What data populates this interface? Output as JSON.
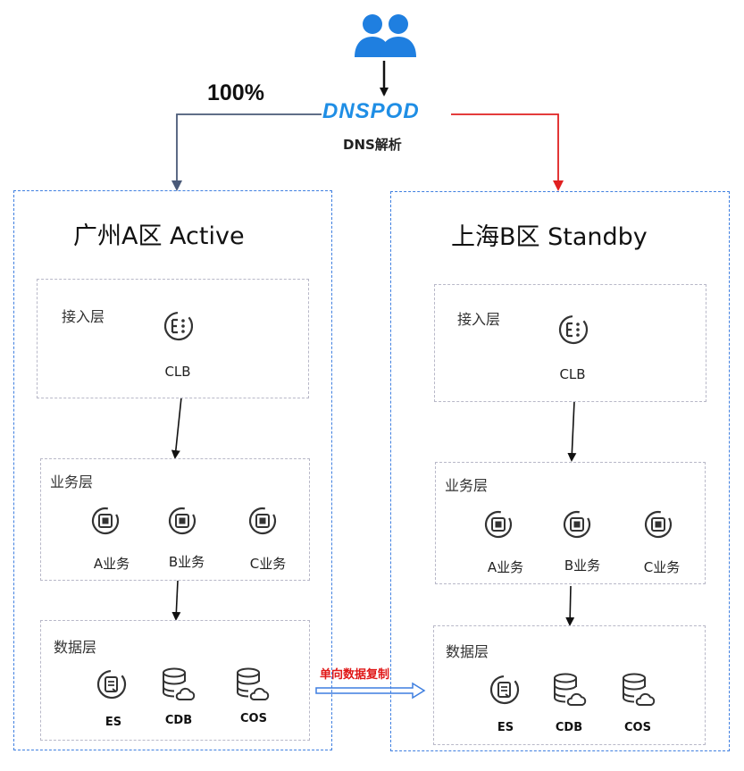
{
  "top": {
    "percent": "100%",
    "dns_logo": "DNSPOD",
    "dns_label": "DNS解析"
  },
  "regions": [
    {
      "title": "广州A区 Active",
      "access_layer": {
        "title": "接入层",
        "clb": "CLB"
      },
      "business_layer": {
        "title": "业务层",
        "services": [
          "A业务",
          "B业务",
          "C业务"
        ]
      },
      "data_layer": {
        "title": "数据层",
        "stores": [
          "ES",
          "CDB",
          "COS"
        ]
      }
    },
    {
      "title": "上海B区 Standby",
      "access_layer": {
        "title": "接入层",
        "clb": "CLB"
      },
      "business_layer": {
        "title": "业务层",
        "services": [
          "A业务",
          "B业务",
          "C业务"
        ]
      },
      "data_layer": {
        "title": "数据层",
        "stores": [
          "ES",
          "CDB",
          "COS"
        ]
      }
    }
  ],
  "replication_label": "单向数据复制",
  "colors": {
    "region_border": "#3f7fe0",
    "layer_border": "#b8b8c8",
    "active_line": "#4a5a78",
    "standby_line": "#e02020",
    "replication": "#e01818",
    "users_icon": "#1f7fe0",
    "dnspod": "#1f8ee5"
  }
}
